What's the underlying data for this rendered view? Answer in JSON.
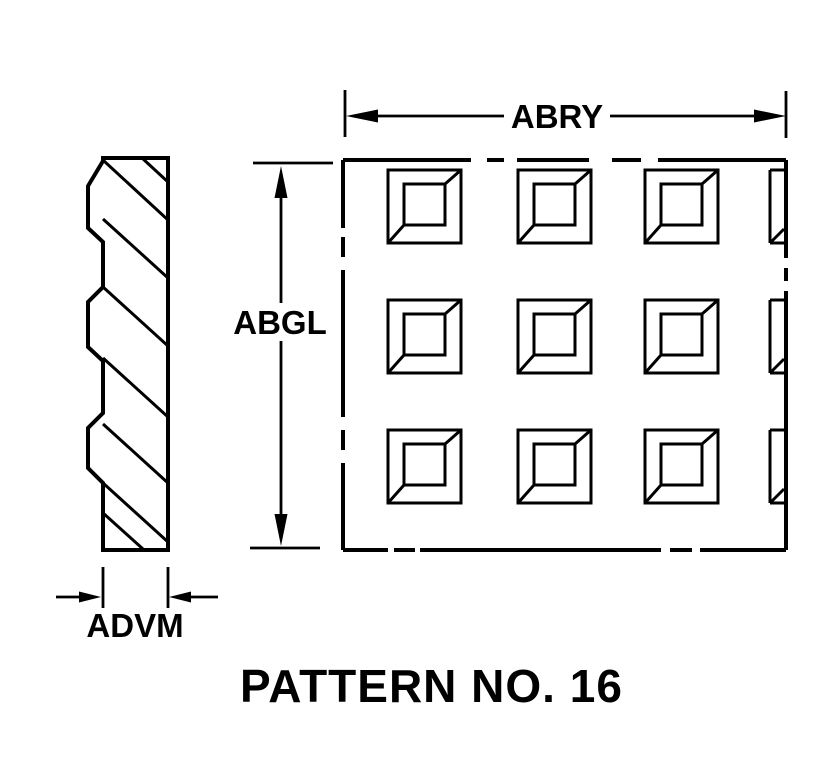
{
  "title": "PATTERN NO. 16",
  "labels": {
    "width": "ABRY",
    "height": "ABGL",
    "thickness": "ADVM"
  },
  "figure": {
    "square_rows": 3,
    "full_square_columns": 3,
    "partial_square_columns": 1,
    "views": [
      "side-section-view",
      "plan-view"
    ]
  },
  "colors": {
    "line": "#000000",
    "background": "#ffffff"
  }
}
